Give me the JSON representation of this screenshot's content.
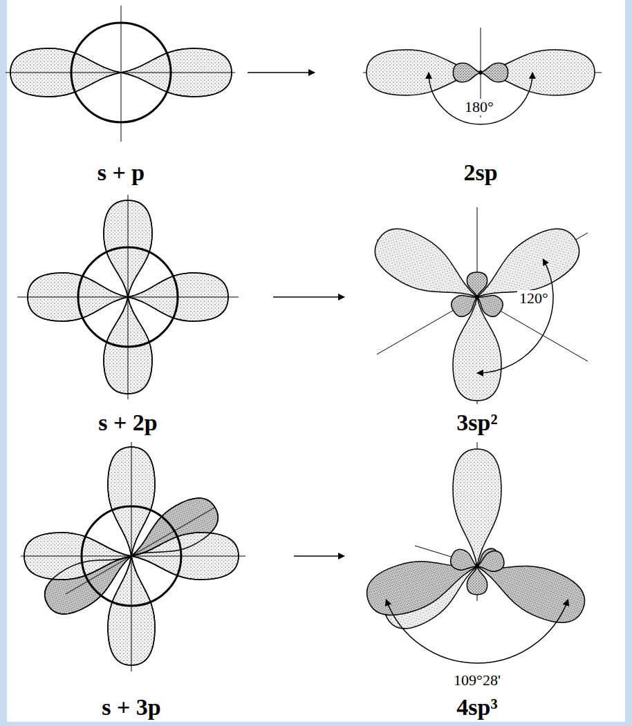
{
  "diagram": {
    "labels": [
      "s + p",
      "2sp",
      "180°",
      "s + 2p",
      "3sp²",
      "120°",
      "s + 3p",
      "4sp³",
      "109°28'"
    ]
  }
}
